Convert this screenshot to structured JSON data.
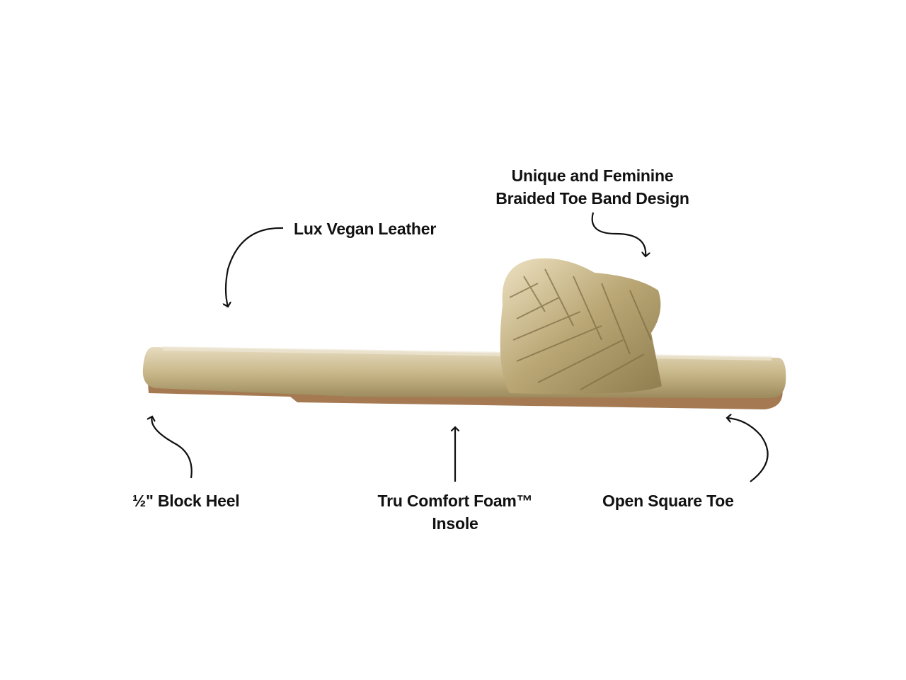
{
  "callouts": {
    "braided_band": {
      "line1": "Unique and Feminine",
      "line2": "Braided Toe Band Design"
    },
    "leather": "Lux Vegan Leather",
    "heel": "½\" Block Heel",
    "insole": {
      "line1": "Tru Comfort Foam™",
      "line2": "Insole"
    },
    "toe": "Open Square Toe"
  },
  "colors": {
    "text": "#111111",
    "gold": "#c9b88a",
    "sole": "#a57a52"
  }
}
